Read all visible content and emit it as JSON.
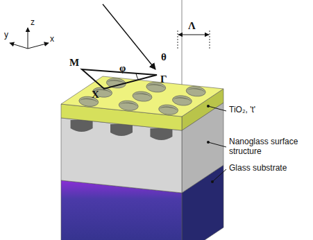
{
  "diagram": {
    "labels": [
      "z",
      "y",
      "x",
      "M",
      "φ",
      "θ",
      "Γ",
      "X",
      "Λ",
      "TiO₂, 't'",
      "Nanoglass surface structure",
      "Glass substrate"
    ]
  }
}
